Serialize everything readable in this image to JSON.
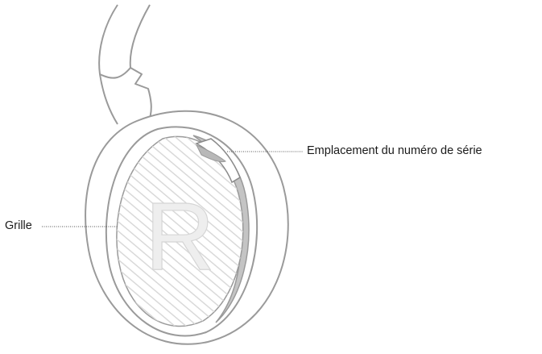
{
  "diagram": {
    "labels": {
      "serial_location": "Emplacement du numéro de série",
      "grille": "Grille"
    },
    "grille_letter": "R",
    "icons": {
      "headphone": "headphone-earcup-icon"
    },
    "colors": {
      "outline": "#9a9a9a",
      "ear_cushion_shadow": "#b8b8b8",
      "grille_hatch": "#dcdcdc",
      "grille_letter": "#e6e6e6",
      "leader_line": "#555555",
      "text": "#1a1a1a"
    }
  }
}
